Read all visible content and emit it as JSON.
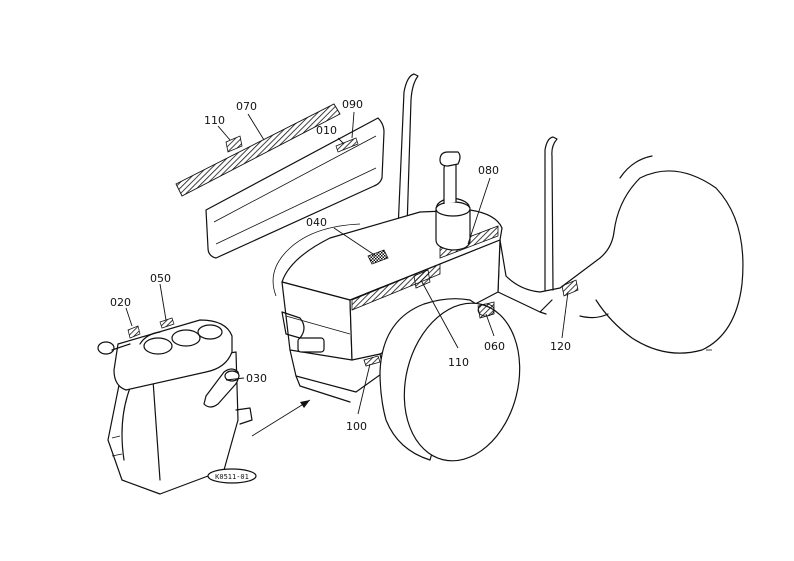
{
  "diagram": {
    "callouts": [
      {
        "id": "110a",
        "label": "110"
      },
      {
        "id": "070",
        "label": "070"
      },
      {
        "id": "090",
        "label": "090"
      },
      {
        "id": "010",
        "label": "010"
      },
      {
        "id": "080",
        "label": "080"
      },
      {
        "id": "040",
        "label": "040"
      },
      {
        "id": "050",
        "label": "050"
      },
      {
        "id": "020",
        "label": "020"
      },
      {
        "id": "030",
        "label": "030"
      },
      {
        "id": "110b",
        "label": "110"
      },
      {
        "id": "060",
        "label": "060"
      },
      {
        "id": "120",
        "label": "120"
      },
      {
        "id": "100",
        "label": "100"
      }
    ],
    "drawing_code": "K0511-01"
  }
}
